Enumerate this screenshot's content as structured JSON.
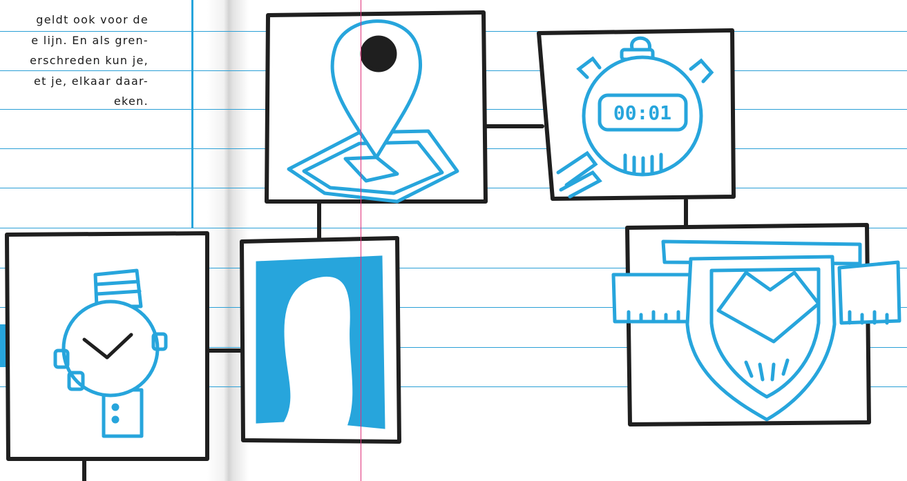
{
  "body_text": {
    "lines": [
      "geldt ook voor de",
      "e lijn. En als gren-",
      "erschreden kun je,",
      "et je, elkaar daar-",
      "eken."
    ]
  },
  "sketch_icons": [
    "location-pin-map-icon",
    "stopwatch-icon",
    "wristwatch-icon",
    "curtain-doorway-icon",
    "handshake-pennant-icon"
  ],
  "stopwatch_display": "00:01",
  "colors": {
    "ink": "#1f1f1f",
    "accent_blue": "#27a5dc",
    "rule_blue": "#2a9fd6",
    "margin_pink": "#e0307a"
  }
}
